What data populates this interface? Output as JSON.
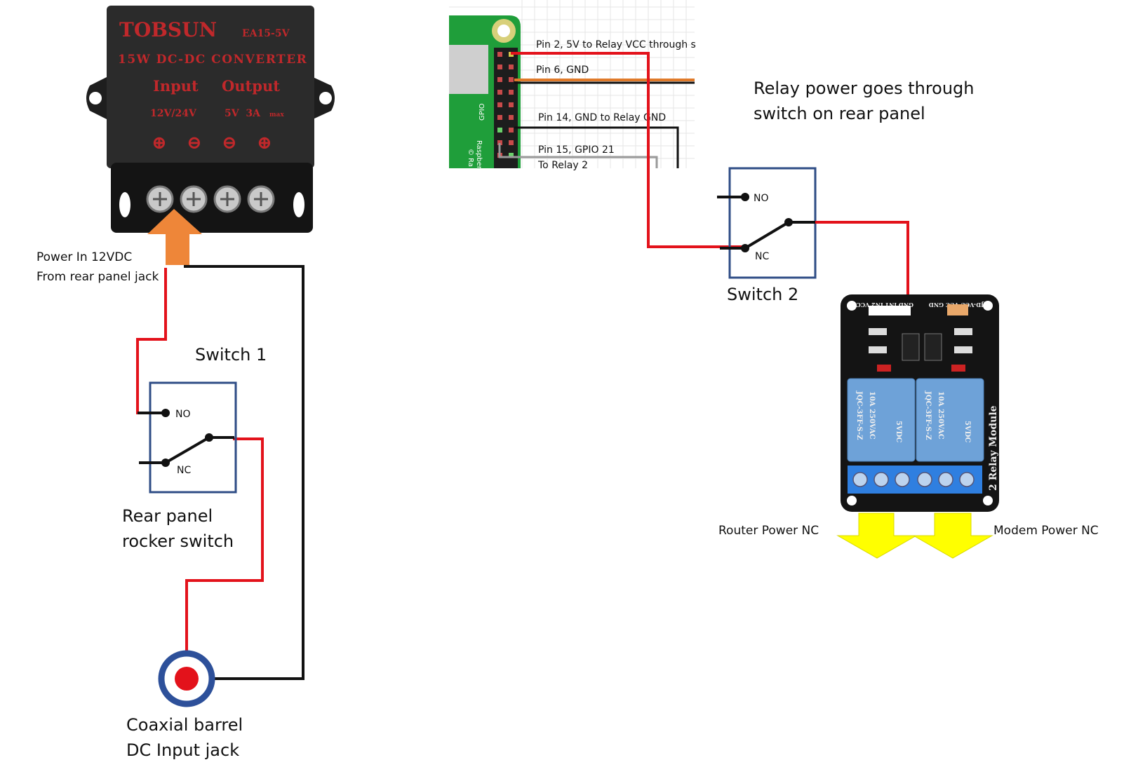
{
  "converter": {
    "brand": "TOBSUN",
    "model": "EA15-5V",
    "title": "15W DC-DC CONVERTER",
    "input_label": "Input",
    "output_label": "Output",
    "input_rating": "12V/24V",
    "output_rating": "5V  3A",
    "output_rating_suffix": "max",
    "terminals": [
      "⊕",
      "⊖",
      "⊖",
      "⊕"
    ]
  },
  "pi": {
    "gpio_label": "GPIO",
    "board_text": "Raspberry",
    "board_text2": "© Ra",
    "pins": {
      "pin2": "Pin 2, 5V to Relay VCC through s",
      "pin6": "Pin 6, GND",
      "pin14": "Pin 14, GND to Relay GND",
      "pin15": "Pin 15, GPIO 21",
      "relay2": "To Relay 2"
    }
  },
  "annotation": {
    "line1": "Relay power goes through",
    "line2": "switch on rear panel"
  },
  "power_in": {
    "line1": "Power In 12VDC",
    "line2": "From rear panel jack"
  },
  "switch1": {
    "title": "Switch 1",
    "no": "NO",
    "nc": "NC",
    "caption1": "Rear panel",
    "caption2": "rocker switch"
  },
  "switch2": {
    "title": "Switch 2",
    "no": "NO",
    "nc": "NC"
  },
  "jack": {
    "line1": "Coaxial barrel",
    "line2": "DC Input jack"
  },
  "relay_module": {
    "module_label": "2 Relay Module",
    "relay_marking1": "10A 250VAC",
    "relay_marking2": "JQC-3FF-S-Z",
    "relay_marking3": "5VDC",
    "header_label_left": "GND IN1 IN2 VCC",
    "header_label_right": "JD-VCC VCC GND",
    "router_label": "Router Power NC",
    "modem_label": "Modem Power NC"
  },
  "colors": {
    "wire_red": "#e3121b",
    "wire_black": "#111111",
    "wire_orange": "#e07a2a",
    "wire_gray": "#9a9a9a",
    "switch_border": "#2f4d86",
    "arrow_orange": "#ee8639",
    "arrow_yellow": "#ffff00",
    "jack_blue": "#2d509a",
    "converter_body": "#2b2b2b",
    "converter_text": "#c0282b",
    "pi_green": "#1f9e3a",
    "relay_blue": "#6ea2d8",
    "terminal_blue": "#2f7fe0"
  }
}
